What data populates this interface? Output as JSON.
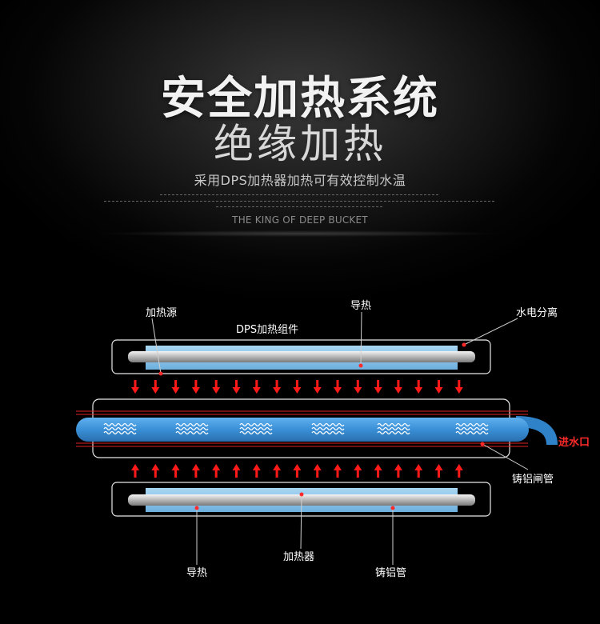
{
  "header": {
    "title": "安全加热系统",
    "subtitle": "绝缘加热",
    "description": "采用DPS加热器加热可有效控制水温",
    "tagline": "THE KING OF DEEP BUCKET"
  },
  "diagram": {
    "labels": {
      "heat_source": "加热源",
      "heat_conduction_top": "导热",
      "water_electric_separation": "水电分离",
      "dps_assembly": "DPS加热组件",
      "water_inlet": "进水口",
      "cast_aluminum_gate_tube": "铸铝闸管",
      "heat_conduction_bottom": "导热",
      "heater": "加热器",
      "cast_aluminum_tube": "铸铝管"
    },
    "colors": {
      "arrow": "#ff1a1a",
      "water_pipe": "#3a8fd6",
      "sleeve": "#8ac3ea",
      "rod": "#c9c9c9",
      "frame": "#e8e8e8"
    }
  }
}
